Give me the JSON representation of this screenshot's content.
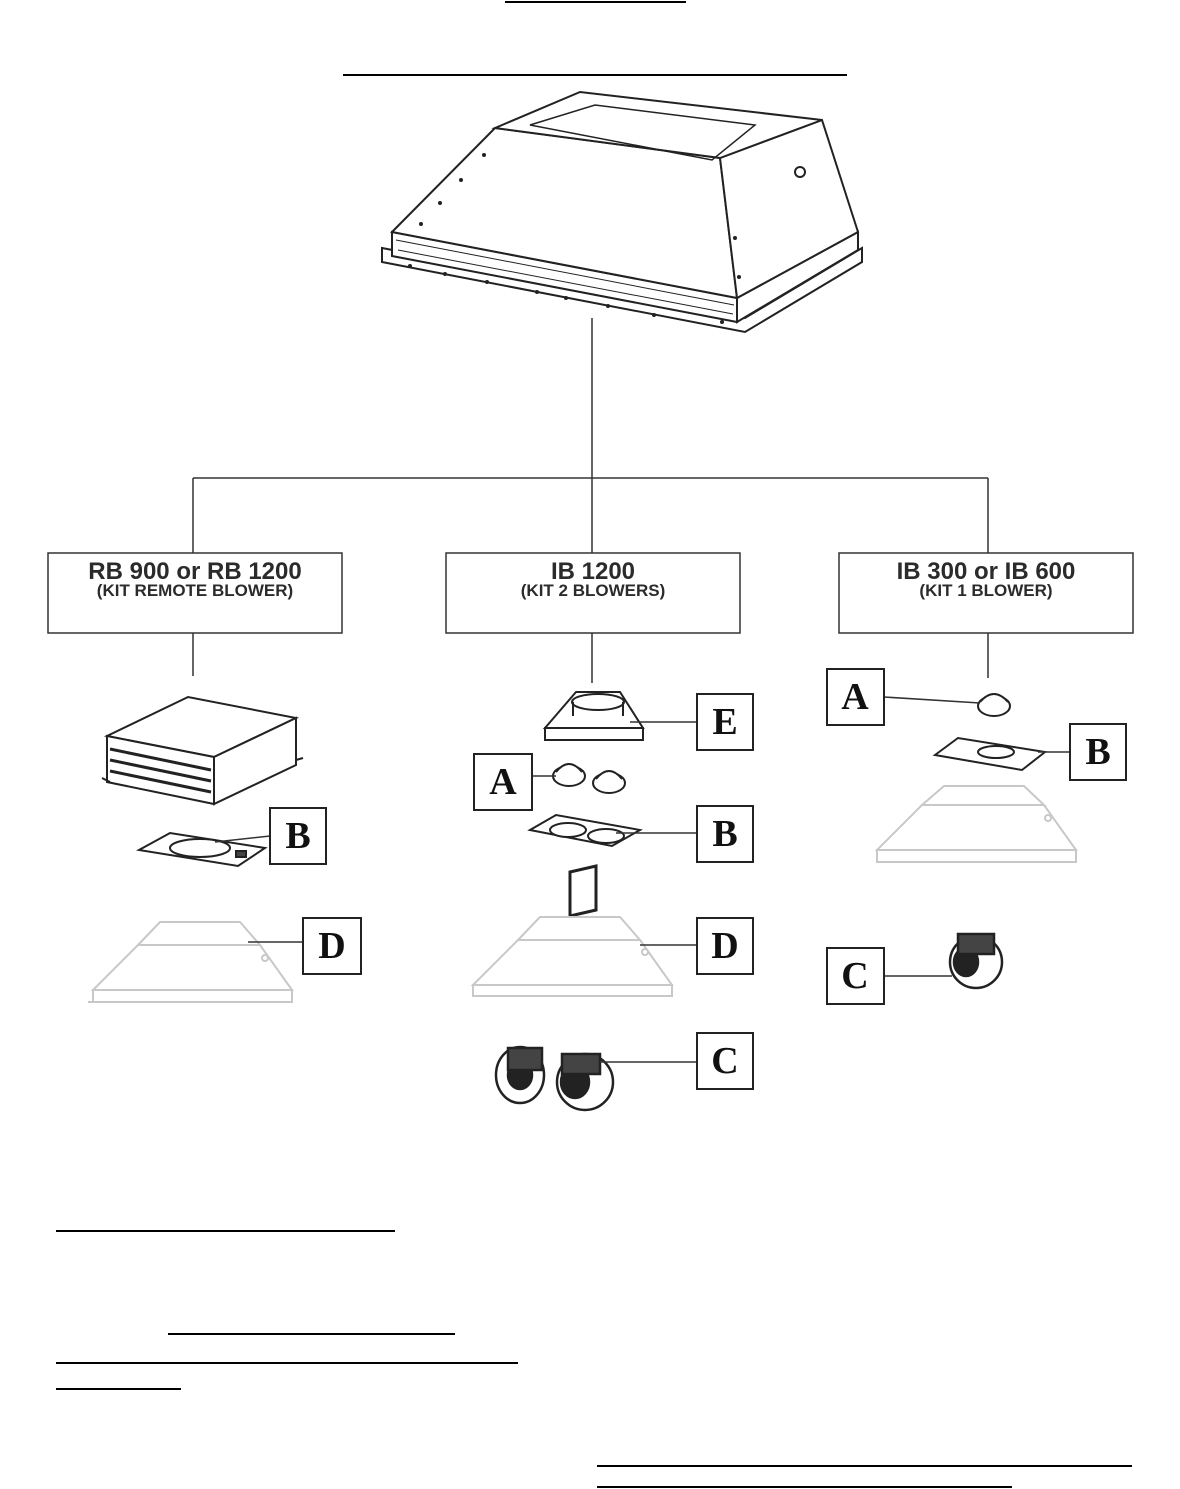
{
  "kits": [
    {
      "title": "RB 900 or RB 1200",
      "subtitle": "(KIT REMOTE BLOWER)"
    },
    {
      "title": "IB 1200",
      "subtitle": "(KIT 2 BLOWERS)"
    },
    {
      "title": "IB 300 or IB 600",
      "subtitle": "(KIT 1 BLOWER)"
    }
  ],
  "callouts": {
    "remote": [
      "B",
      "D"
    ],
    "two_blowers": [
      "E",
      "A",
      "B",
      "D",
      "C"
    ],
    "one_blower": [
      "A",
      "B",
      "C"
    ]
  },
  "colors": {
    "line": "#333333",
    "ghost": "#c8c8c8",
    "text": "#2b2b2b"
  }
}
